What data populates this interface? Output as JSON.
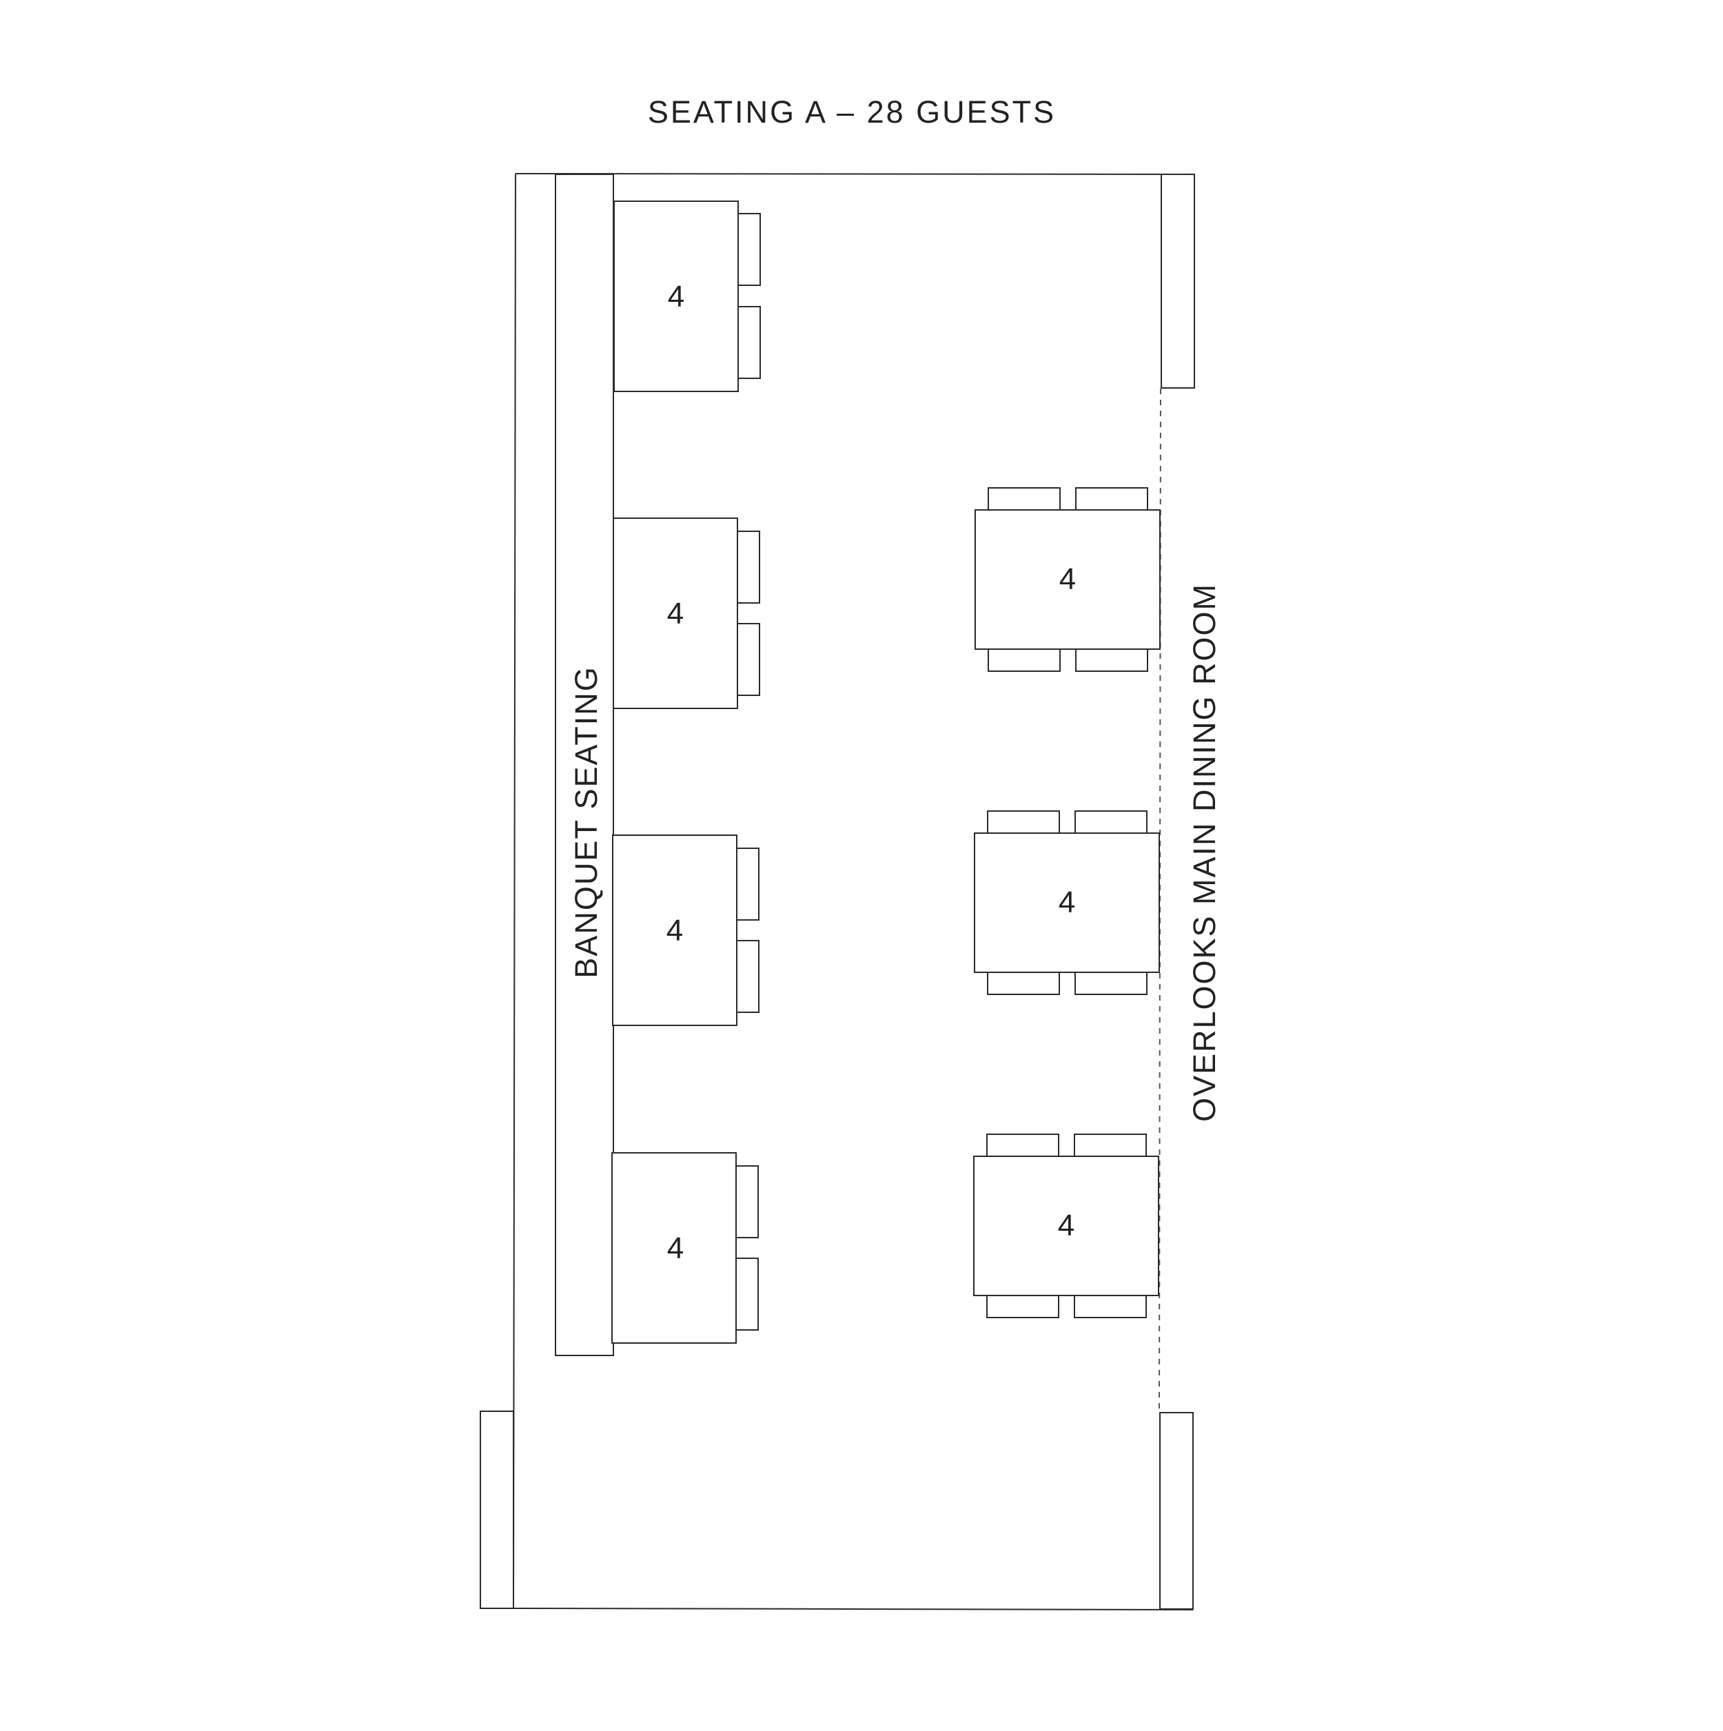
{
  "title": "SEATING A – 28 GUESTS",
  "labels": {
    "banquet": "BANQUET SEATING",
    "overlook": "OVERLOOKS MAIN DINING ROOM"
  },
  "banquet_tables": [
    {
      "seats": "4"
    },
    {
      "seats": "4"
    },
    {
      "seats": "4"
    },
    {
      "seats": "4"
    }
  ],
  "free_tables": [
    {
      "seats": "4"
    },
    {
      "seats": "4"
    },
    {
      "seats": "4"
    }
  ],
  "colors": {
    "line": "#2a2a2a",
    "text": "#222222",
    "background": "#ffffff"
  }
}
